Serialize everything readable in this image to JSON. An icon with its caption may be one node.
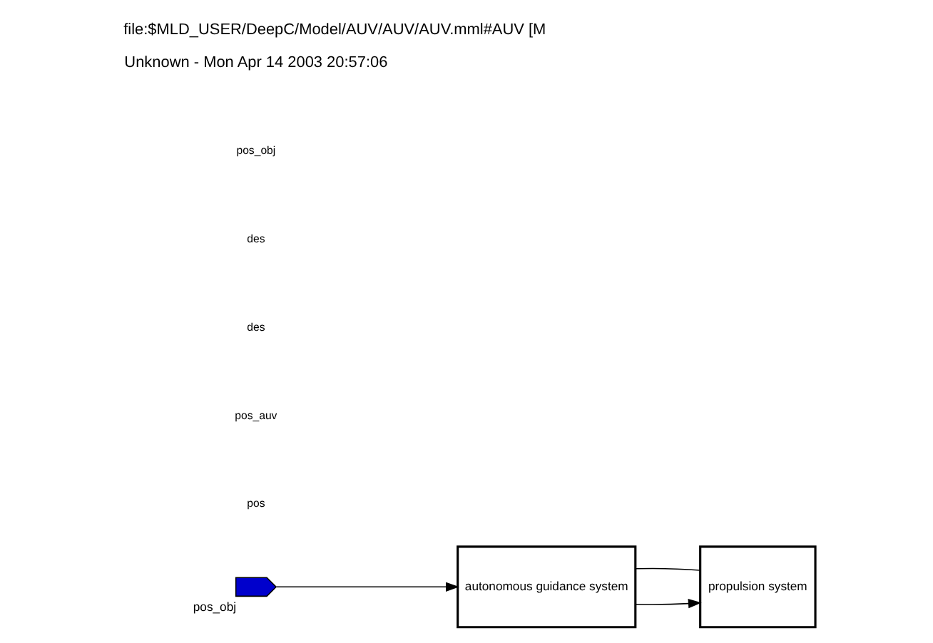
{
  "diagram": {
    "title": "file:$MLD_USER/DeepC/Model/AUV/AUV/AUV.mml#AUV [M",
    "caption": "Unknown - Mon Apr 14 2003 20:57:06",
    "nodes": [
      {
        "text": [],
        "shape": "pentagon",
        "beside": [
          "pos_obj"
        ]
      },
      {
        "text": [
          "autonomous guidance system"
        ]
      },
      {
        "text": [
          "propulsion system"
        ]
      }
    ],
    "edges": [
      {
        "from": 0,
        "to": 1,
        "arrow": "to"
      },
      {
        "from": 1,
        "to": 2,
        "arrow": "to"
      },
      {
        "from": 2,
        "to": 1,
        "arrow": "none"
      }
    ],
    "labels": [
      "pos_obj",
      "des",
      "des",
      "pos_auv",
      "pos"
    ]
  }
}
